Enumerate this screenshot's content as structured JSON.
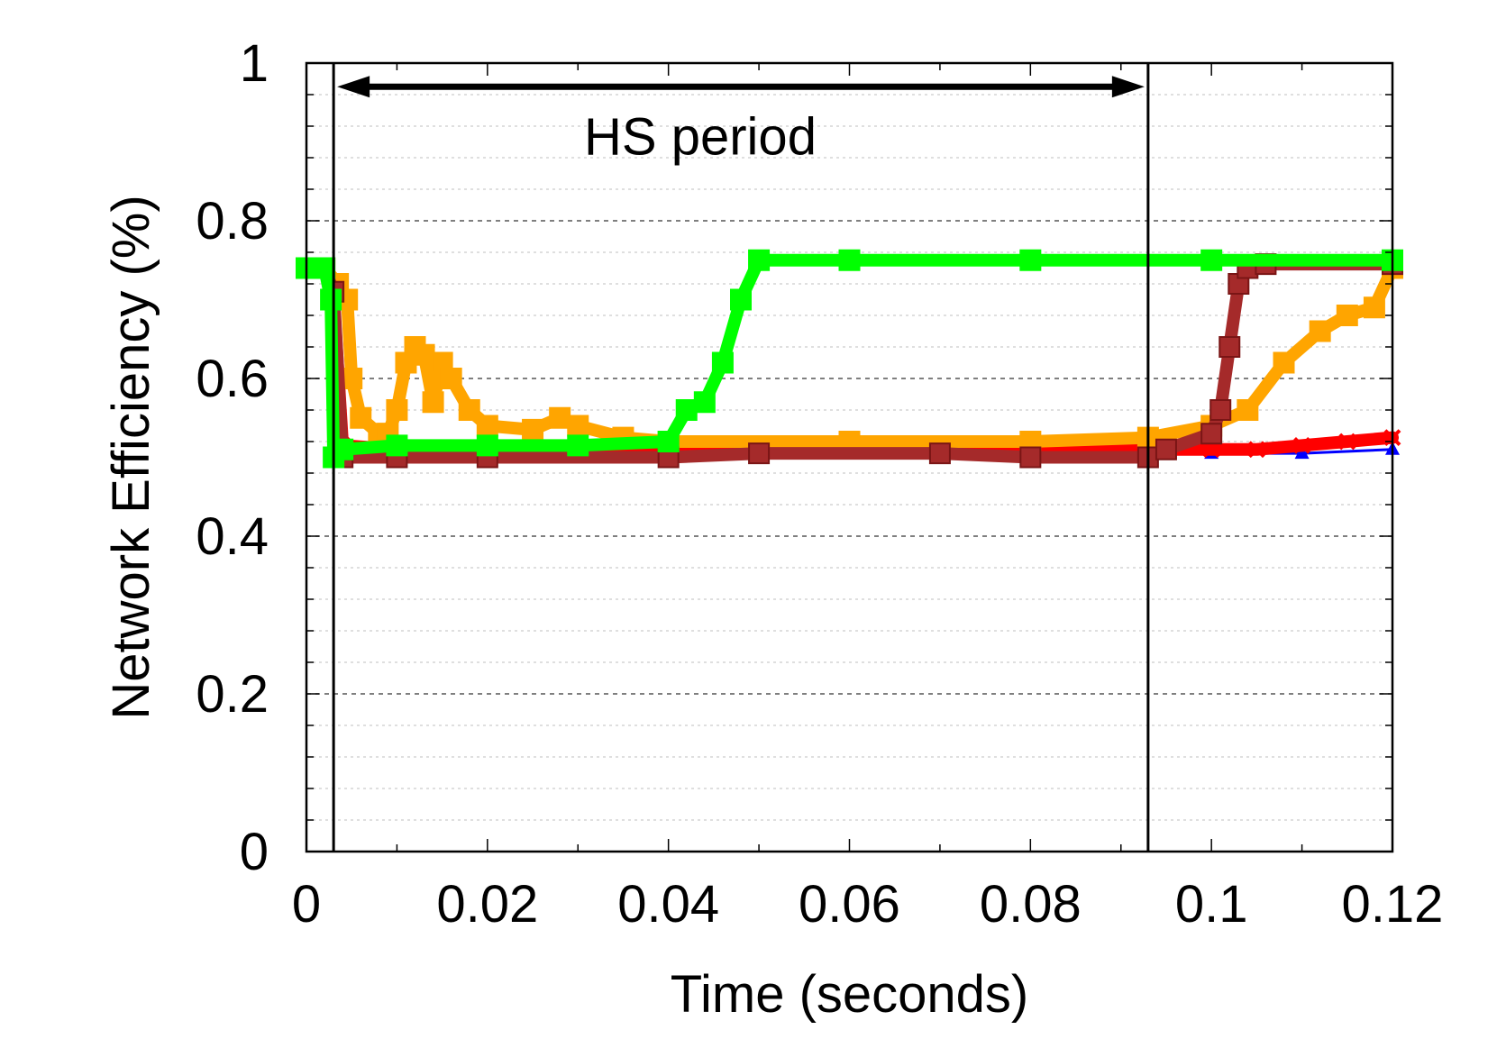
{
  "chart_data": {
    "type": "line",
    "title": "",
    "xlabel": "Time (seconds)",
    "ylabel": "Network Efficiency (%)",
    "xlim": [
      0,
      0.12
    ],
    "ylim": [
      0,
      1
    ],
    "xticks": [
      0,
      0.02,
      0.04,
      0.06,
      0.08,
      0.1,
      0.12
    ],
    "xtick_labels": [
      "0",
      "0.02",
      "0.04",
      "0.06",
      "0.08",
      "0.1",
      "0.12"
    ],
    "yticks": [
      0,
      0.2,
      0.4,
      0.6,
      0.8,
      1
    ],
    "ytick_labels": [
      "0",
      "0.2",
      "0.4",
      "0.6",
      "0.8",
      "1"
    ],
    "grid": true,
    "legend": "none",
    "annotation": {
      "text": "HS period",
      "x_start": 0.003,
      "x_end": 0.093,
      "y": 0.97
    },
    "vlines": [
      0.003,
      0.093
    ],
    "series": [
      {
        "color": "#0000ff",
        "marker": "triangle",
        "x": [
          0,
          0.002,
          0.003,
          0.004,
          0.01,
          0.02,
          0.04,
          0.06,
          0.08,
          0.093,
          0.1,
          0.11,
          0.12
        ],
        "y": [
          0.74,
          0.74,
          0.62,
          0.51,
          0.505,
          0.505,
          0.505,
          0.505,
          0.505,
          0.505,
          0.505,
          0.505,
          0.51
        ]
      },
      {
        "color": "#ff0000",
        "marker": "cross",
        "x": [
          0,
          0.002,
          0.003,
          0.004,
          0.01,
          0.02,
          0.04,
          0.06,
          0.08,
          0.093,
          0.1,
          0.105,
          0.11,
          0.115,
          0.12
        ],
        "y": [
          0.74,
          0.74,
          0.7,
          0.515,
          0.51,
          0.51,
          0.51,
          0.51,
          0.51,
          0.51,
          0.51,
          0.51,
          0.515,
          0.52,
          0.525
        ]
      },
      {
        "color": "#ffa500",
        "marker": "square",
        "x": [
          0,
          0.002,
          0.0035,
          0.0045,
          0.005,
          0.006,
          0.008,
          0.009,
          0.01,
          0.011,
          0.012,
          0.013,
          0.014,
          0.015,
          0.016,
          0.018,
          0.02,
          0.025,
          0.028,
          0.03,
          0.035,
          0.04,
          0.06,
          0.08,
          0.093,
          0.1,
          0.104,
          0.108,
          0.112,
          0.115,
          0.118,
          0.12
        ],
        "y": [
          0.74,
          0.74,
          0.72,
          0.7,
          0.6,
          0.55,
          0.53,
          0.53,
          0.56,
          0.62,
          0.64,
          0.63,
          0.57,
          0.62,
          0.6,
          0.56,
          0.54,
          0.535,
          0.55,
          0.54,
          0.525,
          0.52,
          0.52,
          0.52,
          0.525,
          0.54,
          0.56,
          0.62,
          0.66,
          0.68,
          0.69,
          0.74
        ]
      },
      {
        "color": "#a52a2a",
        "marker": "square",
        "x": [
          0,
          0.002,
          0.003,
          0.004,
          0.01,
          0.02,
          0.04,
          0.05,
          0.07,
          0.08,
          0.093,
          0.095,
          0.1,
          0.101,
          0.102,
          0.103,
          0.104,
          0.106,
          0.12
        ],
        "y": [
          0.74,
          0.74,
          0.71,
          0.5,
          0.5,
          0.5,
          0.5,
          0.505,
          0.505,
          0.5,
          0.5,
          0.51,
          0.53,
          0.56,
          0.64,
          0.72,
          0.74,
          0.745,
          0.745
        ]
      },
      {
        "color": "#00ff00",
        "marker": "square",
        "x": [
          0,
          0.002,
          0.0027,
          0.003,
          0.004,
          0.01,
          0.02,
          0.03,
          0.04,
          0.042,
          0.044,
          0.046,
          0.048,
          0.05,
          0.06,
          0.08,
          0.1,
          0.12
        ],
        "y": [
          0.74,
          0.74,
          0.7,
          0.5,
          0.51,
          0.515,
          0.515,
          0.515,
          0.52,
          0.56,
          0.57,
          0.62,
          0.7,
          0.75,
          0.75,
          0.75,
          0.75,
          0.75
        ]
      }
    ]
  }
}
